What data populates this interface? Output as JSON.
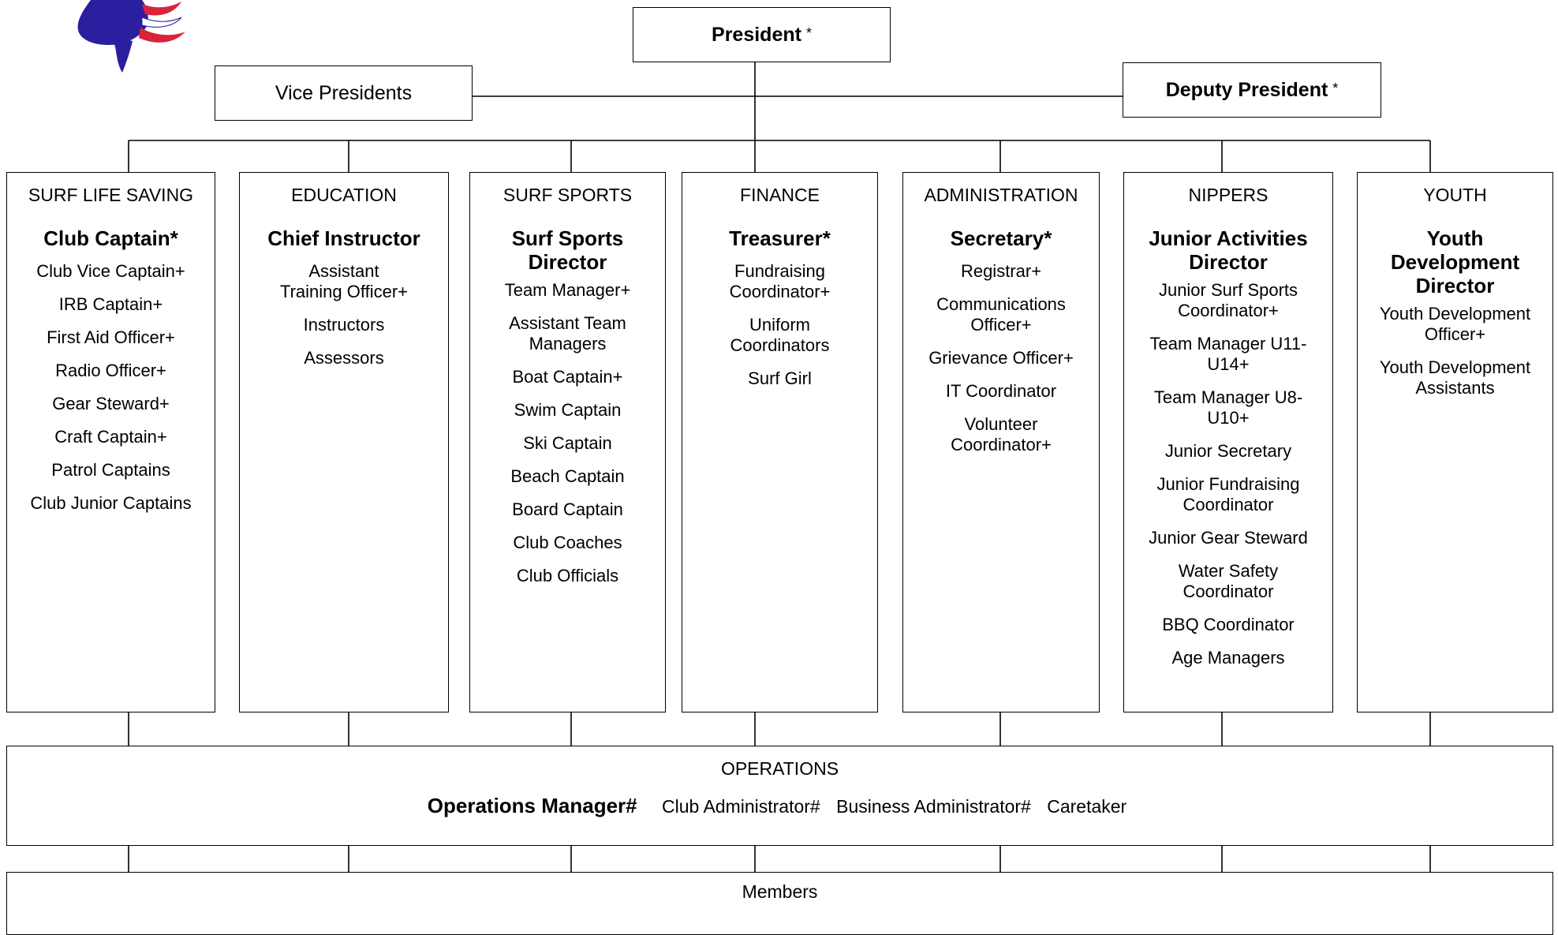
{
  "top": {
    "president": "President",
    "president_mark": "*",
    "vice_presidents": "Vice Presidents",
    "deputy_president": "Deputy President",
    "deputy_mark": "*"
  },
  "departments": [
    {
      "name": "SURF LIFE SAVING",
      "head": "Club Captain*",
      "roles": [
        "Club Vice Captain+",
        "IRB Captain+",
        "First Aid Officer+",
        "Radio Officer+",
        "Gear Steward+",
        "Craft Captain+",
        "Patrol Captains",
        "Club Junior Captains"
      ]
    },
    {
      "name": "EDUCATION",
      "head": "Chief Instructor",
      "roles": [
        "Assistant Training Officer+",
        "Instructors",
        "Assessors"
      ]
    },
    {
      "name": "SURF SPORTS",
      "head": "Surf Sports Director",
      "roles": [
        "Team Manager+",
        "Assistant Team Managers",
        "Boat Captain+",
        "Swim Captain",
        "Ski Captain",
        "Beach Captain",
        "Board Captain",
        "Club Coaches",
        "Club Officials"
      ]
    },
    {
      "name": "FINANCE",
      "head": "Treasurer*",
      "roles": [
        "Fundraising Coordinator+",
        "Uniform Coordinators",
        "Surf Girl"
      ]
    },
    {
      "name": "ADMINISTRATION",
      "head": "Secretary*",
      "roles": [
        "Registrar+",
        "Communications Officer+",
        "Grievance Officer+",
        "IT Coordinator",
        "Volunteer Coordinator+"
      ]
    },
    {
      "name": "NIPPERS",
      "head": "Junior Activities Director",
      "roles": [
        "Junior Surf Sports Coordinator+",
        "Team Manager U11-U14+",
        "Team Manager U8-U10+",
        "Junior Secretary",
        "Junior Fundraising Coordinator",
        "Junior Gear Steward",
        "Water Safety Coordinator",
        "BBQ Coordinator",
        "Age Managers"
      ]
    },
    {
      "name": "YOUTH",
      "head": "Youth Development Director",
      "roles": [
        "Youth Development Officer+",
        "Youth Development Assistants"
      ]
    }
  ],
  "operations": {
    "title": "OPERATIONS",
    "manager": "Operations Manager#",
    "items": [
      "Club Administrator#",
      "Business Administrator#",
      "Caretaker"
    ]
  },
  "members": {
    "title": "Members"
  },
  "colors": {
    "logo_blue": "#2a1f9e",
    "logo_red": "#d9233a",
    "line": "#000000"
  }
}
